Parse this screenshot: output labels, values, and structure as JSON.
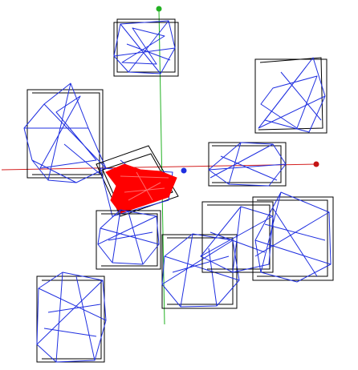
{
  "scene": {
    "background": "#ffffff",
    "colors": {
      "x_axis": "#d42020",
      "y_axis": "#22b122",
      "z_axis": "#1f2fe0",
      "bounding_box": "#000000",
      "wireframe": "#1f2fe0",
      "selected_mesh": "#ff0000"
    },
    "axes": [
      {
        "name": "x-axis",
        "color": "#d42020"
      },
      {
        "name": "y-axis",
        "color": "#22b122"
      },
      {
        "name": "z-axis",
        "color": "#1f2fe0"
      }
    ],
    "object_count": 12,
    "selected_object": "red-mesh"
  }
}
